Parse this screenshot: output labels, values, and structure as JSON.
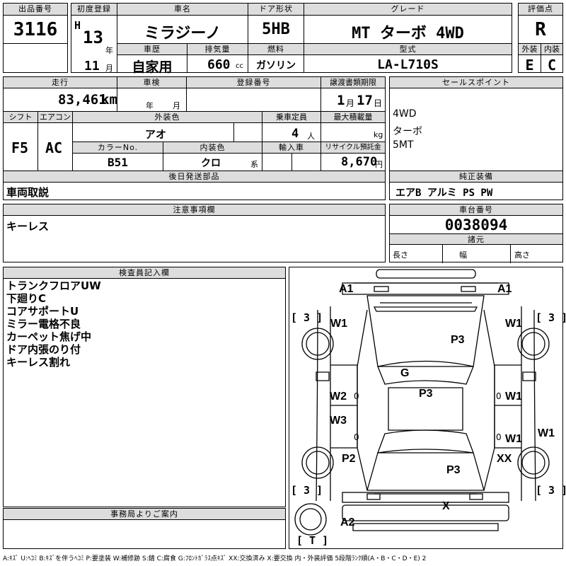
{
  "header": {
    "lot_label": "出品番号",
    "lot_no": "3116",
    "first_reg_label": "初度登録",
    "era": "H",
    "reg_year": "13",
    "year_unit": "年",
    "reg_month": "11",
    "month_unit": "月",
    "car_name_label": "車名",
    "car_name": "ミラジーノ",
    "door_label": "ドア形状",
    "door": "5HB",
    "grade_label": "グレード",
    "grade": "MT ターボ 4WD",
    "score_label": "評価点",
    "score": "R",
    "history_label": "車歴",
    "history": "自家用",
    "displacement_label": "排気量",
    "displacement": "660",
    "cc_unit": "cc",
    "fuel_label": "燃料",
    "fuel": "ガソリン",
    "model_label": "型式",
    "model": "LA-L710S",
    "ext_label": "外装",
    "ext": "E",
    "int_label": "内装",
    "int": "C"
  },
  "row2": {
    "mileage_label": "走行",
    "mileage": "83,461",
    "km_unit": "km",
    "inspection_label": "車検",
    "insp_year_unit": "年",
    "insp_month_unit": "月",
    "reg_no_label": "登録番号",
    "transfer_label": "譲渡書類期限",
    "transfer_month": "1",
    "transfer_month_unit": "月",
    "transfer_day": "17",
    "transfer_day_unit": "日",
    "shift_label": "シフト",
    "shift": "F5",
    "ac_label": "エアコン",
    "ac": "AC",
    "color_label": "外装色",
    "color": "アオ",
    "capacity_label": "乗車定員",
    "capacity": "4",
    "capacity_unit": "人",
    "maxload_label": "最大積載量",
    "maxload_unit": "kg",
    "colorno_label": "カラーNo.",
    "colorno": "B51",
    "interior_label": "内装色",
    "interior": "クロ",
    "interior_suffix": "系",
    "import_label": "輸入車",
    "recycle_label": "リサイクル預託金",
    "recycle": "8,670",
    "recycle_unit": "円"
  },
  "sales": {
    "label": "セールスポイント",
    "points": [
      "4WD",
      "ターボ",
      "5MT"
    ]
  },
  "later_parts": {
    "label": "後日発送部品",
    "text": "車両取説"
  },
  "genuine": {
    "label": "純正装備",
    "text": "エアB アルミ PS PW"
  },
  "notes": {
    "label": "注意事項欄",
    "text": "キーレス"
  },
  "chassis": {
    "label": "車台番号",
    "no": "0038094"
  },
  "specs": {
    "label": "諸元",
    "length": "長さ",
    "width": "幅",
    "height": "高さ"
  },
  "inspector": {
    "label": "検査員記入欄",
    "lines": [
      "トランクフロアUW",
      "下廻りC",
      "コアサポートU",
      "ミラー電格不良",
      "カーペット焦げ中",
      "ドア内張のり付",
      "キーレス割れ"
    ]
  },
  "office": {
    "label": "事務局よりご案内"
  },
  "diagram": {
    "marks": {
      "a1_left": "A1",
      "a1_right": "A1",
      "w1_front_left": "W1",
      "w1_front_right": "W1",
      "p3_hood": "P3",
      "g_windshield": "G",
      "p3_roof": "P3",
      "w2_left": "W2",
      "w1_right_door": "W1",
      "w3_left": "W3",
      "w1_right_rear_door": "W1",
      "w1_right_outer": "W1",
      "p2_left": "P2",
      "xx_right": "XX",
      "p3_trunk": "P3",
      "x_bumper": "X",
      "a2_bumper": "A2"
    },
    "tire_tl": "[ 3 ]",
    "tire_tr": "[ 3 ]",
    "tire_bl": "[ 3 ]",
    "tire_br": "[ 3 ]",
    "spare": "[ T ]"
  },
  "legend": "A:ｷｽﾞ U:ﾍｺﾐ B:ｷｽﾞを伴うﾍｺﾐ P:要塗装 W:補修跡 S:錆 C:腐食 G:ﾌﾛﾝﾄｶﾞﾗｽ点ｷｽﾞ XX:交換済み X:要交換 内・外装評価 5段階ﾗﾝｸ順(A・B・C・D・E) 2"
}
